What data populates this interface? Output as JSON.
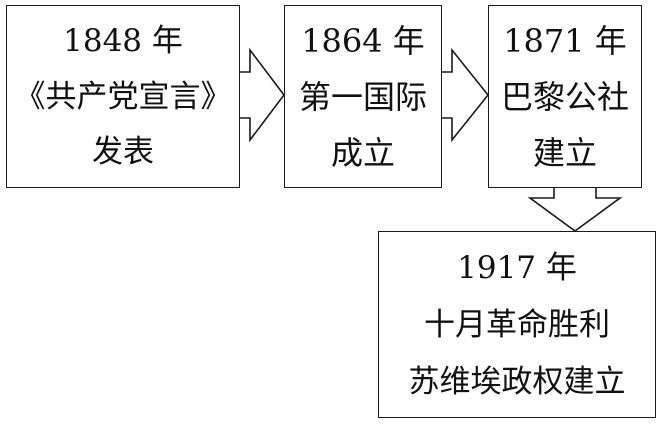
{
  "nodes": [
    {
      "id": "1848",
      "lines": [
        "1848 年",
        "《共产党宣言》",
        "发表"
      ]
    },
    {
      "id": "1864",
      "lines": [
        "1864 年",
        "第一国际",
        "成立"
      ]
    },
    {
      "id": "1871",
      "lines": [
        "1871 年",
        "巴黎公社",
        "建立"
      ]
    },
    {
      "id": "1917",
      "lines": [
        "1917 年",
        "十月革命胜利",
        "苏维埃政权建立"
      ]
    }
  ],
  "edges": [
    {
      "from": "1848",
      "to": "1864",
      "direction": "right"
    },
    {
      "from": "1864",
      "to": "1871",
      "direction": "right"
    },
    {
      "from": "1871",
      "to": "1917",
      "direction": "down"
    }
  ]
}
